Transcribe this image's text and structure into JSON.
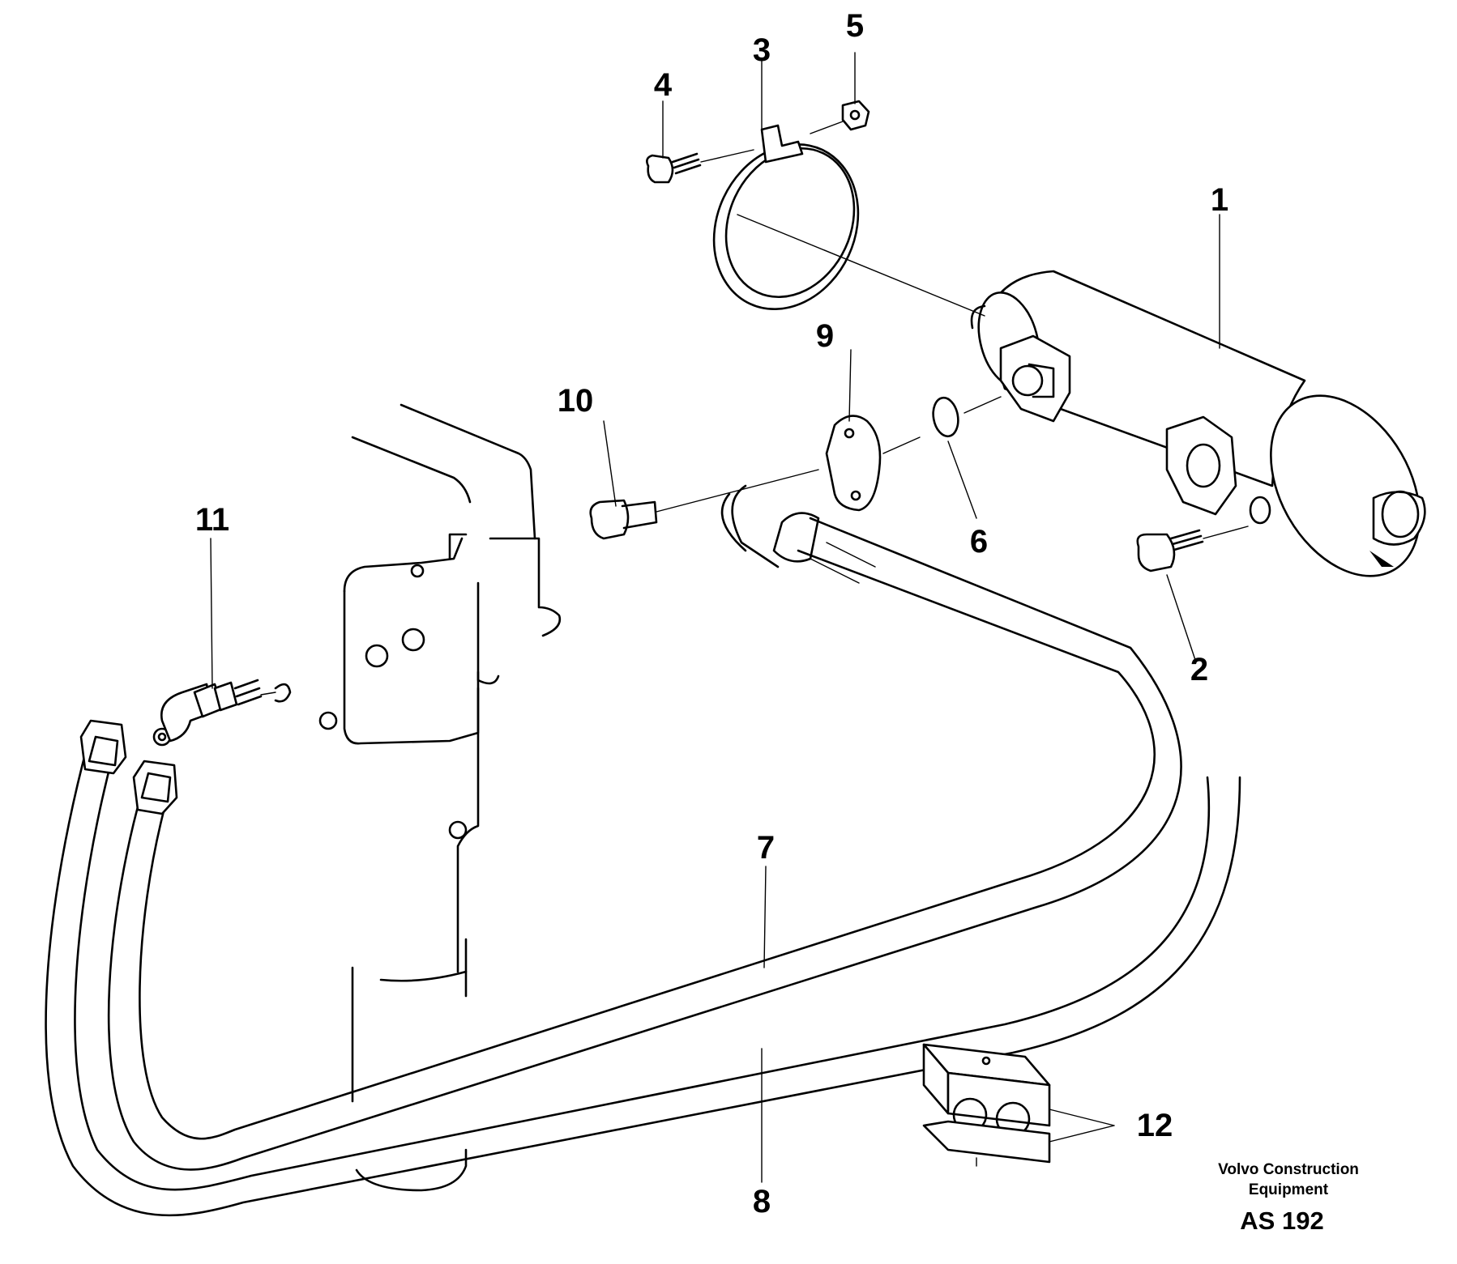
{
  "callouts": {
    "c1": "1",
    "c2": "2",
    "c3": "3",
    "c4": "4",
    "c5": "5",
    "c6": "6",
    "c7": "7",
    "c8": "8",
    "c9": "9",
    "c10": "10",
    "c11": "11",
    "c12": "12"
  },
  "footer": {
    "brand_line1": "Volvo Construction",
    "brand_line2": "Equipment",
    "figure_code": "AS 192"
  }
}
